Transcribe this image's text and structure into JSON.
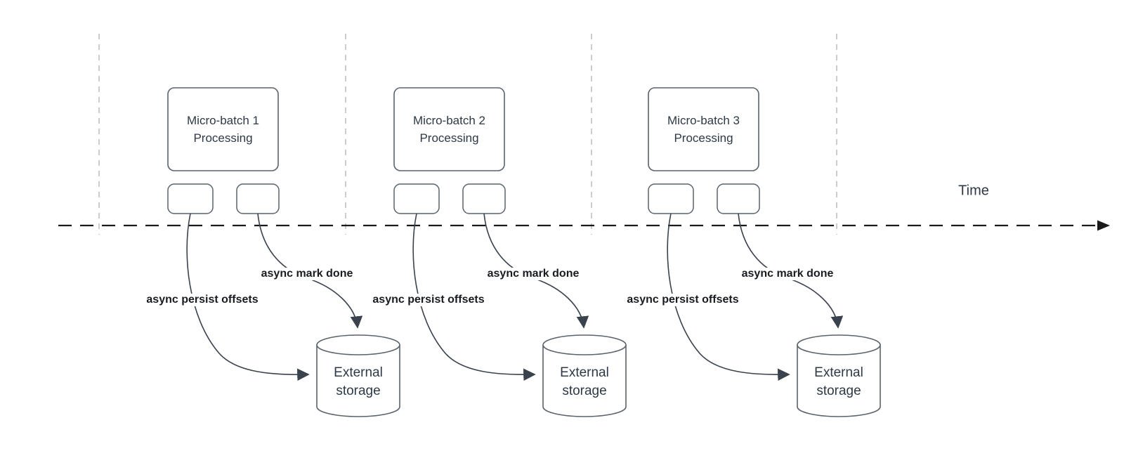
{
  "diagram": {
    "time_axis_label": "Time",
    "batches": [
      {
        "box_line1": "Micro-batch 1",
        "box_line2": "Processing",
        "persist_arrow_label": "async persist offsets",
        "mark_done_arrow_label": "async mark done",
        "storage_line1": "External",
        "storage_line2": "storage"
      },
      {
        "box_line1": "Micro-batch 2",
        "box_line2": "Processing",
        "persist_arrow_label": "async persist offsets",
        "mark_done_arrow_label": "async mark done",
        "storage_line1": "External",
        "storage_line2": "storage"
      },
      {
        "box_line1": "Micro-batch 3",
        "box_line2": "Processing",
        "persist_arrow_label": "async persist offsets",
        "mark_done_arrow_label": "async mark done",
        "storage_line1": "External",
        "storage_line2": "storage"
      }
    ],
    "colors": {
      "shape_stroke": "#5a626b",
      "curve_stroke": "#39424d",
      "axis_color": "#1a1a1a",
      "guide_color": "#b3b6ba",
      "text_color": "#2d3946",
      "label_color": "#181c21",
      "bg": "#ffffff"
    }
  }
}
